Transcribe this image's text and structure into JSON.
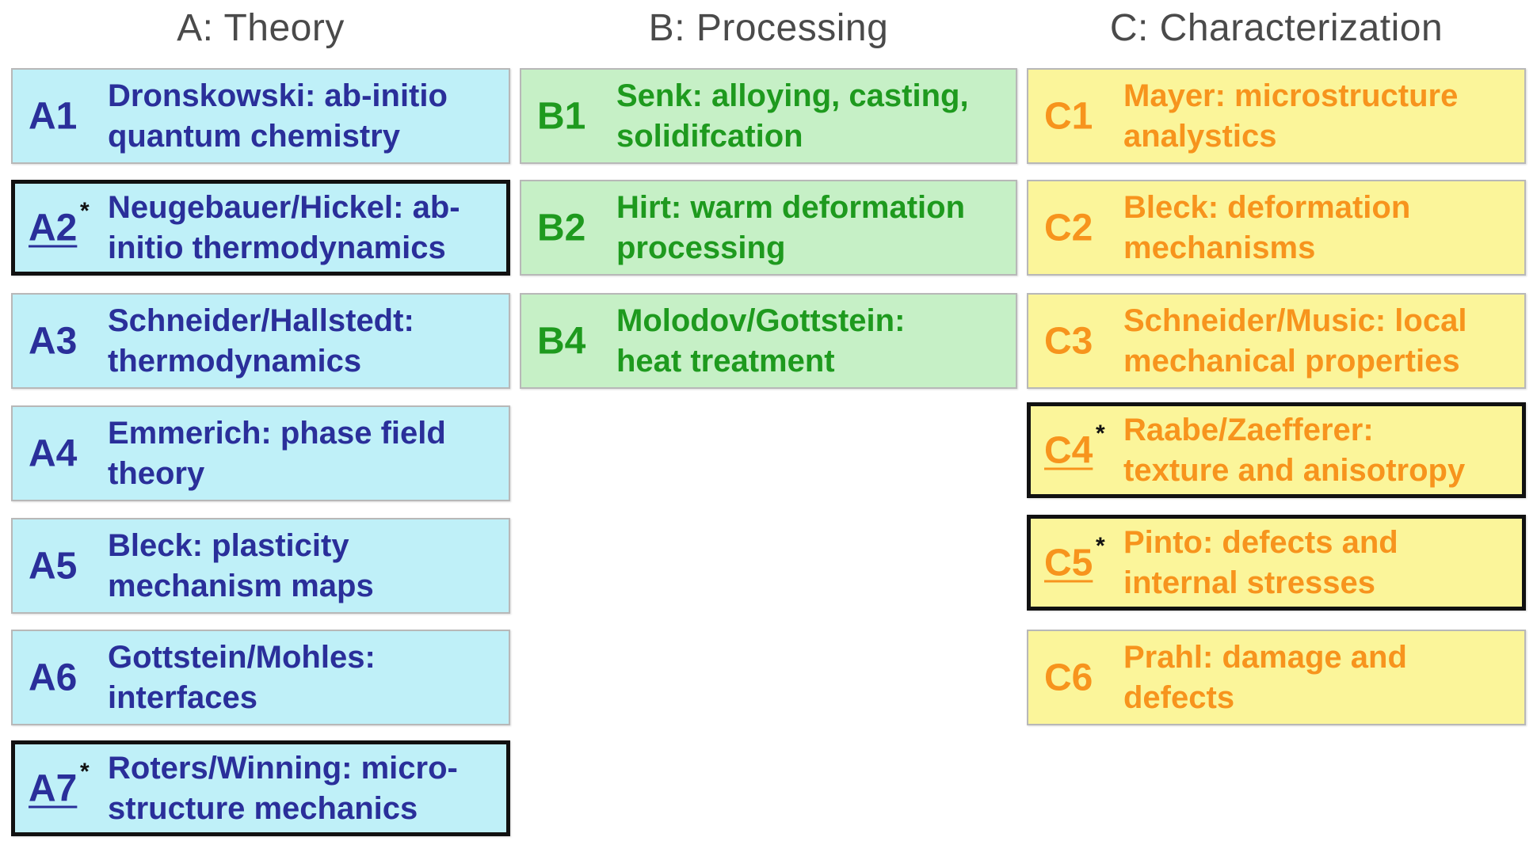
{
  "columns": [
    {
      "header": "A: Theory",
      "boxes": [
        {
          "id": "A1",
          "star": "",
          "lines": [
            "Dronskowski: ab-initio",
            "quantum chemistry"
          ]
        },
        {
          "id": "A2",
          "star": "*",
          "lines": [
            "Neugebauer/Hickel: ab-",
            "initio thermodynamics"
          ]
        },
        {
          "id": "A3",
          "star": "",
          "lines": [
            "Schneider/Hallstedt:",
            "thermodynamics"
          ]
        },
        {
          "id": "A4",
          "star": "",
          "lines": [
            "Emmerich: phase field",
            "theory"
          ]
        },
        {
          "id": "A5",
          "star": "",
          "lines": [
            "Bleck: plasticity",
            "mechanism maps"
          ]
        },
        {
          "id": "A6",
          "star": "",
          "lines": [
            "Gottstein/Mohles:",
            "interfaces"
          ]
        },
        {
          "id": "A7",
          "star": "*",
          "lines": [
            "Roters/Winning: micro-",
            "structure mechanics"
          ]
        }
      ]
    },
    {
      "header": "B: Processing",
      "boxes": [
        {
          "id": "B1",
          "star": "",
          "lines": [
            "Senk: alloying, casting,",
            "solidifcation"
          ]
        },
        {
          "id": "B2",
          "star": "",
          "lines": [
            "Hirt: warm deformation",
            "processing"
          ]
        },
        {
          "id": "B4",
          "star": "",
          "lines": [
            "Molodov/Gottstein:",
            "heat treatment"
          ]
        }
      ]
    },
    {
      "header": "C: Characterization",
      "boxes": [
        {
          "id": "C1",
          "star": "",
          "lines": [
            "Mayer: microstructure",
            "analystics"
          ]
        },
        {
          "id": "C2",
          "star": "",
          "lines": [
            "Bleck: deformation",
            "mechanisms"
          ]
        },
        {
          "id": "C3",
          "star": "",
          "lines": [
            "Schneider/Music: local",
            "mechanical properties"
          ]
        },
        {
          "id": "C4",
          "star": "*",
          "lines": [
            "Raabe/Zaefferer:",
            "texture and anisotropy"
          ]
        },
        {
          "id": "C5",
          "star": "*",
          "lines": [
            "Pinto: defects and",
            "internal stresses"
          ]
        },
        {
          "id": "C6",
          "star": "",
          "lines": [
            "Prahl: damage and",
            "defects"
          ]
        }
      ]
    }
  ],
  "colors": {
    "theory_fill": "#bff0f8",
    "theory_text": "#2a2f9a",
    "processing_fill": "#c6f0c6",
    "processing_text": "#1e9a1e",
    "characterization_fill": "#fbf59a",
    "characterization_text": "#f7941d",
    "marked_border": "#111111",
    "header_text": "#4a4a4a"
  }
}
